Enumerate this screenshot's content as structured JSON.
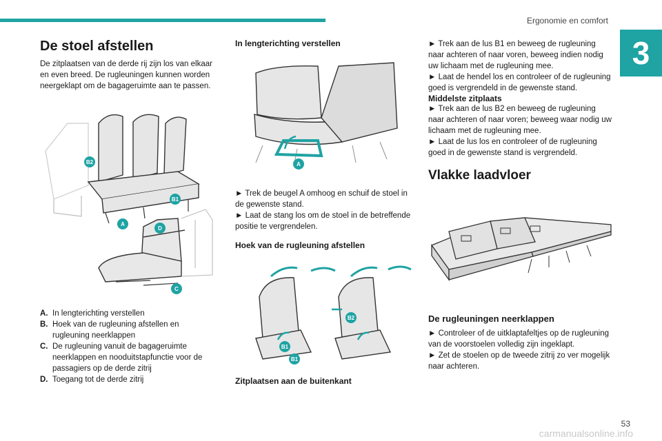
{
  "header": {
    "section": "Ergonomie en comfort",
    "chapter": "3"
  },
  "col1": {
    "title": "De stoel afstellen",
    "intro": "De zitplaatsen van de derde rij zijn los van elkaar en even breed. De rugleuningen kunnen worden neergeklapt om de bagageruimte aan te passen.",
    "figure_labels": {
      "b2": "B2",
      "b1": "B1",
      "a": "A",
      "d": "D",
      "c": "C"
    },
    "legend": [
      {
        "key": "A.",
        "text": "In lengterichting verstellen"
      },
      {
        "key": "B.",
        "text": "Hoek van de rugleuning afstellen en rugleuning neerklappen"
      },
      {
        "key": "C.",
        "text": "De rugleuning vanuit de bagageruimte neerklappen en nooduitstapfunctie voor de passagiers op de derde zitrij"
      },
      {
        "key": "D.",
        "text": "Toegang tot de derde zitrij"
      }
    ]
  },
  "col2": {
    "heading1": "In lengterichting verstellen",
    "figure1_label": "A",
    "step1a": "► Trek de beugel A omhoog en schuif de stoel in de gewenste stand.",
    "step1b": "► Laat de stang los om de stoel in de betreffende positie te vergrendelen.",
    "heading2": "Hoek van de rugleuning afstellen",
    "figure2_labels": {
      "b1a": "B1",
      "b1b": "B1",
      "b2": "B2"
    },
    "caption": "Zitplaatsen aan de buitenkant"
  },
  "col3": {
    "step1": "► Trek aan de lus B1 en beweeg de rugleuning naar achteren of naar voren, beweeg indien nodig uw lichaam met de rugleuning mee.",
    "step2": "► Laat de hendel los en controleer of de rugleuning goed is vergrendeld in de gewenste stand.",
    "sub_heading": "Middelste zitplaats",
    "step3": "► Trek aan de lus B2 en beweeg de rugleuning naar achteren of naar voren; beweeg waar nodig uw lichaam met de rugleuning mee.",
    "step4": "► Laat de lus los en controleer of de rugleuning goed in de gewenste stand is vergrendeld.",
    "title2": "Vlakke laadvloer",
    "heading3": "De rugleuningen neerklappen",
    "step5": "► Controleer of de uitklaptafeltjes op de rugleuning van de voorstoelen volledig zijn ingeklapt.",
    "step6": "► Zet de stoelen op de tweede zitrij zo ver mogelijk naar achteren."
  },
  "footer": {
    "page": "53",
    "watermark": "carmanualsonline.info"
  },
  "colors": {
    "accent": "#1fa3a3"
  }
}
